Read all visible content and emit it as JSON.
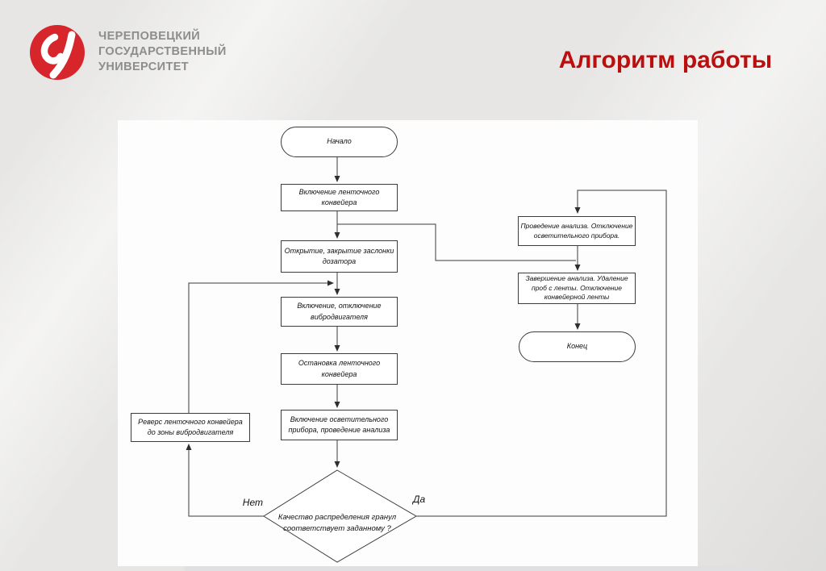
{
  "slide": {
    "title": "Алгоритм работы",
    "title_color": "#bb0f0f"
  },
  "logo": {
    "line1": "ЧЕРЕПОВЕЦКИЙ",
    "line2": "ГОСУДАРСТВЕННЫЙ",
    "line3": "УНИВЕРСИТЕТ",
    "mark": "stylized-letter-monogram",
    "mark_color": "#d6262c",
    "text_color": "#8d8d8d"
  },
  "flowchart": {
    "line_color": "#3c3c3c",
    "no_label": "Нет",
    "yes_label": "Да",
    "nodes": [
      {
        "id": "start",
        "type": "terminator",
        "label": "Начало"
      },
      {
        "id": "belt-on",
        "type": "process",
        "label": "Включение ленточного конвейера"
      },
      {
        "id": "doser-gate",
        "type": "process",
        "label": "Открытие, закрытие заслонки дозатора"
      },
      {
        "id": "vibro-motor",
        "type": "process",
        "label": "Включение, отключение вибродвигателя"
      },
      {
        "id": "belt-stop",
        "type": "process",
        "label": "Остановка ленточного конвейера"
      },
      {
        "id": "light-analysis",
        "type": "process",
        "label": "Включение осветительного прибора, проведение анализа"
      },
      {
        "id": "reverse-belt",
        "type": "process",
        "label": "Реверс ленточного конвейера до зоны вибродвигателя"
      },
      {
        "id": "quality-check",
        "type": "decision",
        "label": "Качество распределения гранул соответствует заданному ?"
      },
      {
        "id": "run-analysis",
        "type": "process",
        "label": "Проведение анализа. Отключение осветительного прибора."
      },
      {
        "id": "finish-analysis",
        "type": "process",
        "label": "Завершение анализа. Удаление проб с ленты. Отключение конвейерной ленты"
      },
      {
        "id": "end",
        "type": "terminator",
        "label": "Конец"
      }
    ]
  }
}
